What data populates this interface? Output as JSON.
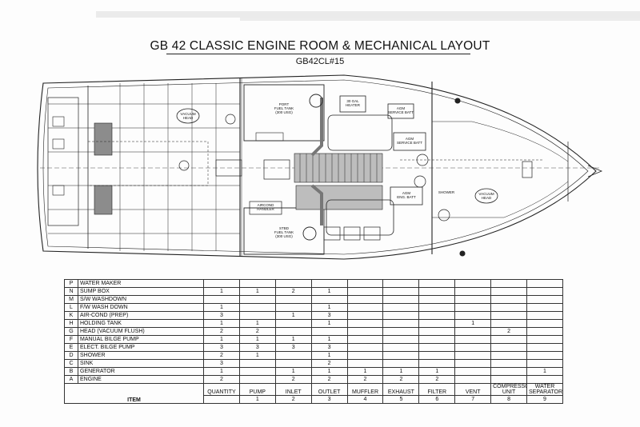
{
  "title": "GB 42 CLASSIC ENGINE ROOM & MECHANICAL LAYOUT",
  "subtitle": "GB42CL#15",
  "layout_labels": {
    "port_fuel_tank": "PORT\nFUEL TANK\n(300 USG)",
    "stbd_fuel_tank": "STBD\nFUEL TANK\n(300 USG)",
    "aircond_handler": "AIRCOND\nHANDLER",
    "agm_service_batt_1": "AGM\nSERVICE BATT",
    "agm_service_batt_2": "AGM\nSERVICE BATT",
    "agm_eng_batt": "AGM\nENG. BATT",
    "gal_heater": "30 GAL\nHEATER",
    "vacuum_head_1": "VACUUM\nHEAD",
    "vacuum_head_2": "VACUUM\nHEAD",
    "shower": "SHOWER"
  },
  "table": {
    "item_header": "ITEM",
    "columns": [
      {
        "label": "QUANTITY",
        "number": ""
      },
      {
        "label": "PUMP",
        "number": "1"
      },
      {
        "label": "INLET",
        "number": "2"
      },
      {
        "label": "OUTLET",
        "number": "3"
      },
      {
        "label": "MUFFLER",
        "number": "4"
      },
      {
        "label": "EXHAUST",
        "number": "5"
      },
      {
        "label": "FILTER",
        "number": "6"
      },
      {
        "label": "VENT",
        "number": "7"
      },
      {
        "label": "COMPRESSOR UNIT",
        "number": "8"
      },
      {
        "label": "WATER SEPARATOR",
        "number": "9"
      }
    ],
    "rows": [
      {
        "code": "P",
        "item": "WATER MAKER",
        "cells": [
          "",
          "",
          "",
          "",
          "",
          "",
          "",
          "",
          "",
          ""
        ]
      },
      {
        "code": "N",
        "item": "SUMP BOX",
        "cells": [
          "1",
          "1",
          "2",
          "1",
          "",
          "",
          "",
          "",
          "",
          ""
        ]
      },
      {
        "code": "M",
        "item": "S/W WASHDOWN",
        "cells": [
          "",
          "",
          "",
          "",
          "",
          "",
          "",
          "",
          "",
          ""
        ]
      },
      {
        "code": "L",
        "item": "F/W WASH DOWN",
        "cells": [
          "1",
          "",
          "",
          "1",
          "",
          "",
          "",
          "",
          "",
          ""
        ]
      },
      {
        "code": "K",
        "item": "AIR-COND (PREP)",
        "cells": [
          "3",
          "",
          "1",
          "3",
          "",
          "",
          "",
          "",
          "",
          ""
        ]
      },
      {
        "code": "H",
        "item": "HOLDING TANK",
        "cells": [
          "1",
          "1",
          "",
          "1",
          "",
          "",
          "",
          "1",
          "",
          ""
        ]
      },
      {
        "code": "G",
        "item": "HEAD (VACUUM FLUSH)",
        "cells": [
          "2",
          "2",
          "",
          "",
          "",
          "",
          "",
          "",
          "2",
          ""
        ]
      },
      {
        "code": "F",
        "item": "MANUAL BILGE PUMP",
        "cells": [
          "1",
          "1",
          "1",
          "1",
          "",
          "",
          "",
          "",
          "",
          ""
        ]
      },
      {
        "code": "E",
        "item": "ELECT. BILGE PUMP",
        "cells": [
          "3",
          "3",
          "3",
          "3",
          "",
          "",
          "",
          "",
          "",
          ""
        ]
      },
      {
        "code": "D",
        "item": "SHOWER",
        "cells": [
          "2",
          "1",
          "",
          "1",
          "",
          "",
          "",
          "",
          "",
          ""
        ]
      },
      {
        "code": "C",
        "item": "SINK",
        "cells": [
          "3",
          "",
          "",
          "2",
          "",
          "",
          "",
          "",
          "",
          ""
        ]
      },
      {
        "code": "B",
        "item": "GENERATOR",
        "cells": [
          "1",
          "",
          "1",
          "1",
          "1",
          "1",
          "1",
          "",
          "",
          "1"
        ]
      },
      {
        "code": "A",
        "item": "ENGINE",
        "cells": [
          "2",
          "",
          "2",
          "2",
          "2",
          "2",
          "2",
          "",
          "",
          ""
        ]
      }
    ]
  }
}
